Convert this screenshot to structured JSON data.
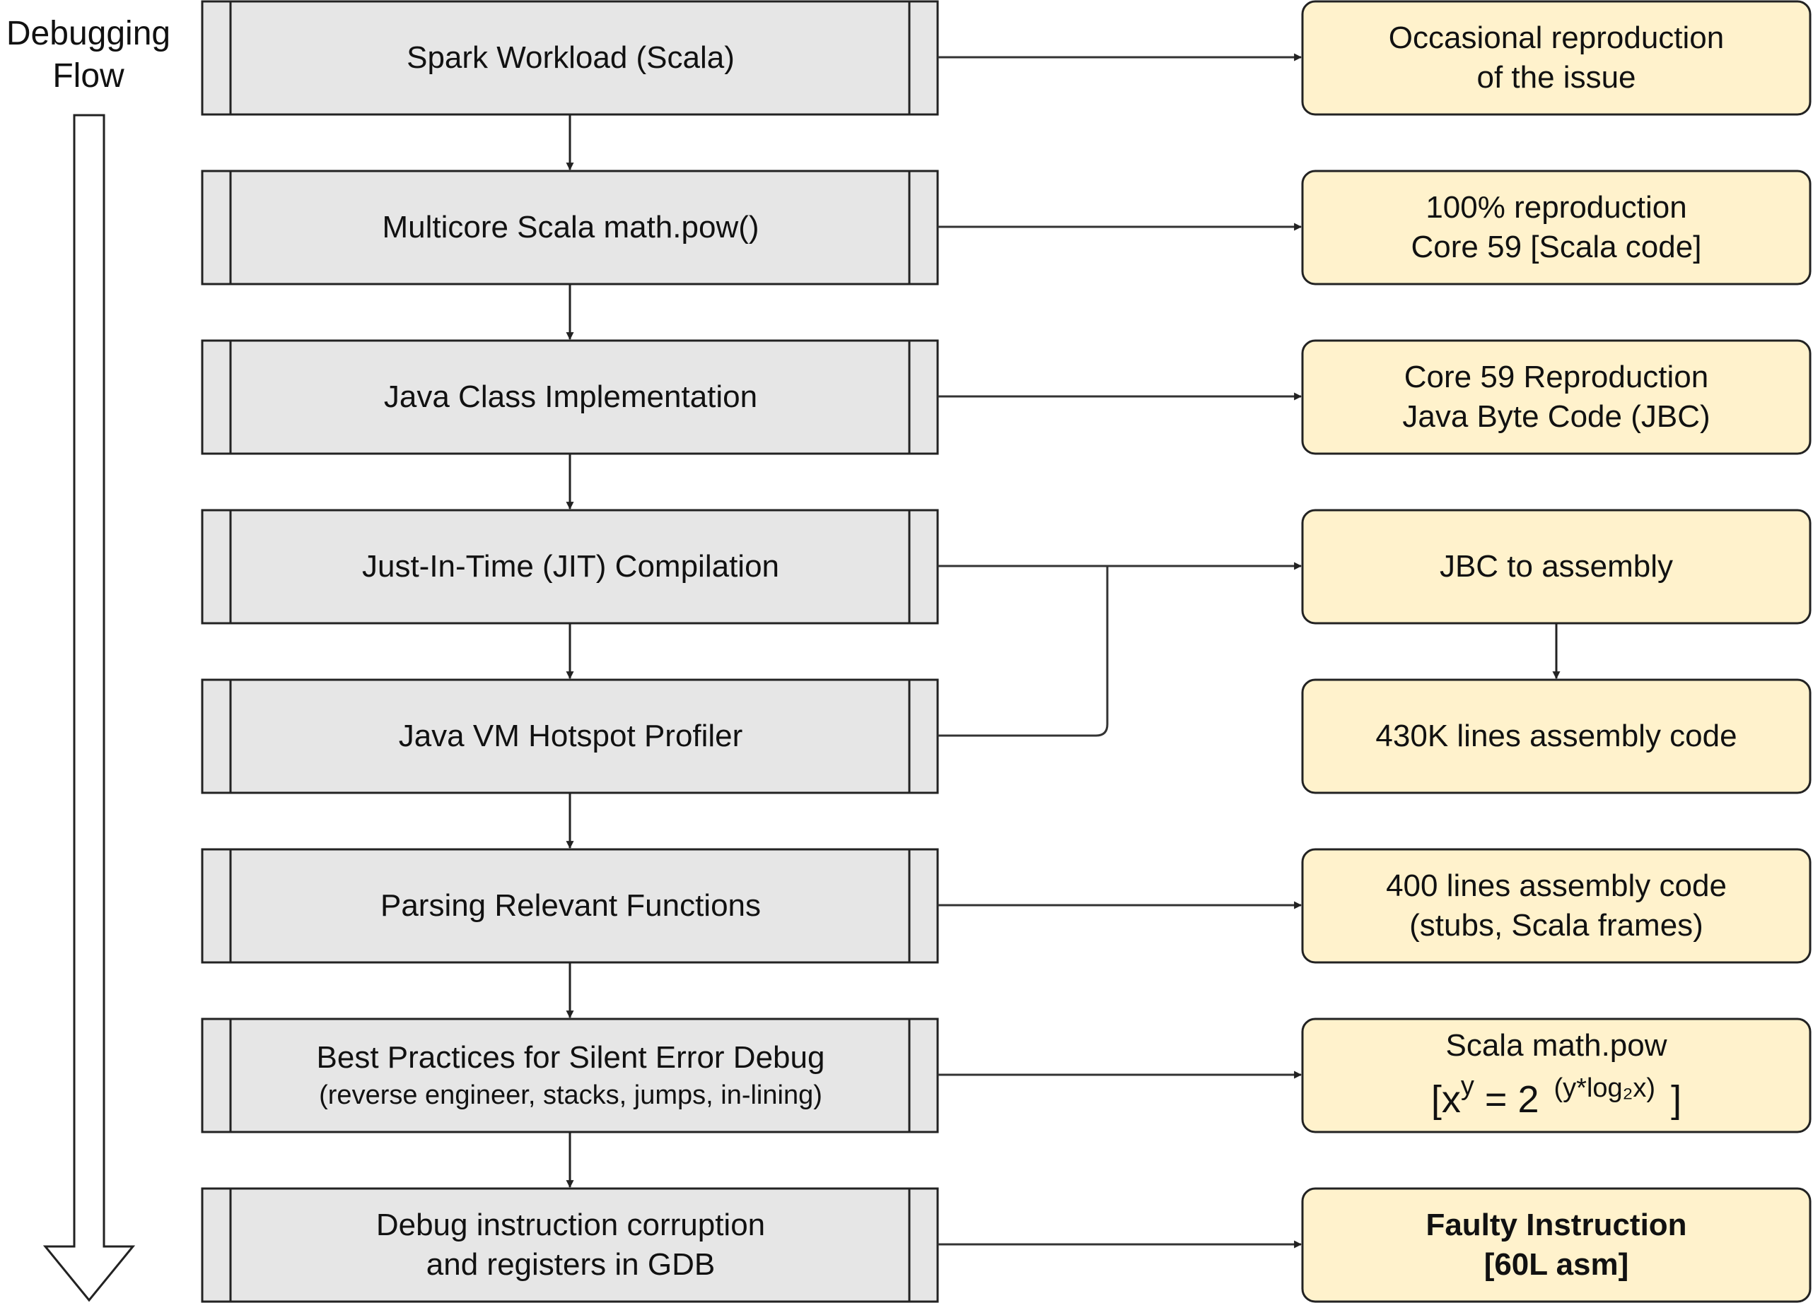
{
  "flow_label": [
    "Debugging",
    "Flow"
  ],
  "steps": [
    {
      "lines": [
        "Spark Workload (Scala)"
      ]
    },
    {
      "lines": [
        "Multicore Scala math.pow()"
      ]
    },
    {
      "lines": [
        "Java Class Implementation"
      ]
    },
    {
      "lines": [
        "Just-In-Time (JIT) Compilation"
      ]
    },
    {
      "lines": [
        "Java VM Hotspot Profiler"
      ]
    },
    {
      "lines": [
        "Parsing Relevant Functions"
      ]
    },
    {
      "lines": [
        "Best Practices for Silent Error Debug"
      ],
      "sub": "(reverse engineer, stacks, jumps, in-lining)"
    },
    {
      "lines": [
        "Debug instruction corruption",
        "and registers in GDB"
      ]
    }
  ],
  "results": [
    {
      "lines": [
        "Occasional reproduction",
        "of the issue"
      ]
    },
    {
      "lines": [
        "100% reproduction",
        "Core 59 [Scala code]"
      ]
    },
    {
      "lines": [
        "Core 59 Reproduction",
        "Java Byte Code (JBC)"
      ]
    },
    {
      "lines": [
        "JBC to assembly"
      ]
    },
    {
      "lines": [
        "430K lines assembly code"
      ]
    },
    {
      "lines": [
        "400 lines assembly code",
        "(stubs, Scala frames)"
      ]
    },
    {
      "lines": [
        "Scala math.pow"
      ],
      "formula": {
        "open": "[x",
        "sup": "y",
        "mid": " = 2 ",
        "exp": "(y*log₂x)",
        "close": "]"
      }
    },
    {
      "lines": [
        "Faulty Instruction",
        "[60L asm]"
      ]
    }
  ],
  "colors": {
    "step_fill": "#e6e6e6",
    "result_fill": "#fff2cc",
    "stroke": "#222222",
    "connector": "#333333"
  }
}
